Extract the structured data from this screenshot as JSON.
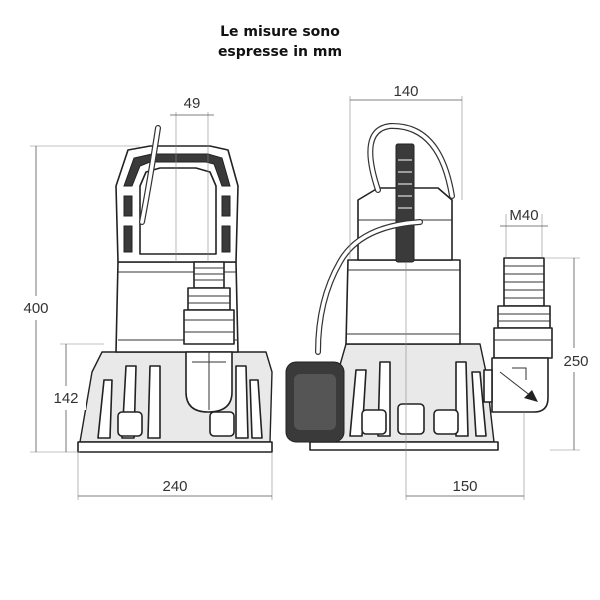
{
  "title": {
    "line1": "Le misure sono",
    "line2": "espresse in mm"
  },
  "dimensions": {
    "width_top_left": "49",
    "height_total": "400",
    "height_base": "142",
    "width_base": "240",
    "width_top_right": "140",
    "thread": "M40",
    "height_outlet": "250",
    "offset_outlet": "150"
  }
}
